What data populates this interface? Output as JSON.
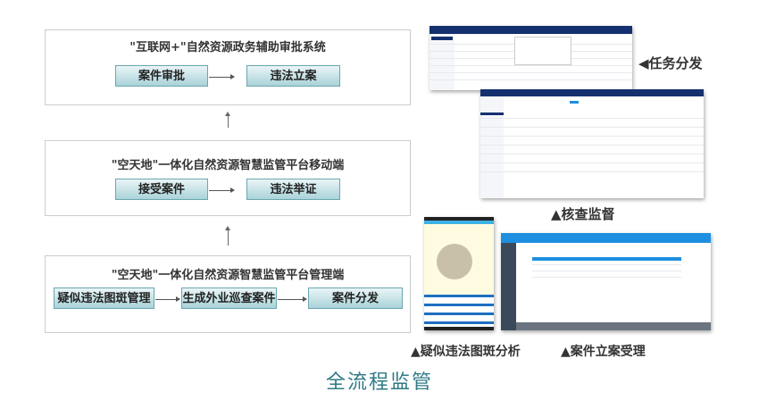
{
  "flow": {
    "box1": {
      "title": "\"互联网+\"自然资源政务辅助审批系统",
      "steps": [
        "案件审批",
        "违法立案"
      ]
    },
    "box2": {
      "title": "\"空天地\"一体化自然资源智慧监管平台移动端",
      "steps": [
        "接受案件",
        "违法举证"
      ]
    },
    "box3": {
      "title": "\"空天地\"一体化自然资源智慧监管平台管理端",
      "steps": [
        "疑似违法图斑管理",
        "生成外业巡查案件",
        "案件分发"
      ]
    }
  },
  "captions": {
    "task_dispatch": "◀任务分发",
    "inspection": "▲核查监督",
    "suspect_analysis": "▲疑似违法图斑分析",
    "case_filing": "▲案件立案受理"
  },
  "footer_title": "全流程监管",
  "colors": {
    "accent": "#2f7a86",
    "nav": "#14306e",
    "blue": "#1e8fe0"
  }
}
